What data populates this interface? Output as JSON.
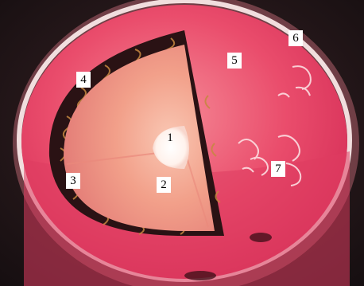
{
  "labels": {
    "core": "1",
    "radiative_zone": "2",
    "convection_zone": "3",
    "photosphere_band": "4",
    "surface": "5",
    "prominence_edge": "6",
    "surface_activity": "7"
  },
  "colors": {
    "background": "#24191b",
    "sphere_outer": "#e43a61",
    "sphere_inner": "#f26a7e",
    "cutaway_fill": "#f2a08a",
    "cutaway_dark_band": "#3a1a1a",
    "core": "#fff4f0",
    "limb_glow": "#ffe2e0"
  }
}
